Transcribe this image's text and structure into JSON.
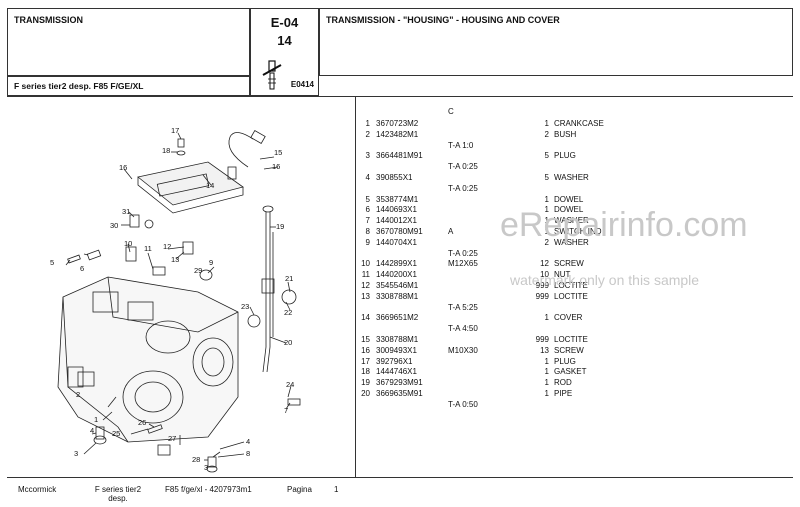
{
  "header": {
    "left_title": "TRANSMISSION",
    "section_code": "E-04",
    "page_num": "14",
    "image_ref": "E0414",
    "right_title": "TRANSMISSION - \"HOUSING\" - HOUSING AND COVER",
    "series": "F series tier2 desp.  F85 F/GE/XL"
  },
  "parts_header": "C",
  "parts": [
    {
      "idx": "1",
      "pn": "3670723M2",
      "note": "",
      "qty": "1",
      "desc": "CRANKCASE"
    },
    {
      "idx": "2",
      "pn": "1423482M1",
      "note": "",
      "qty": "2",
      "desc": "BUSH"
    },
    {
      "idx": "",
      "pn": "",
      "note": "T-A 1:0",
      "qty": "",
      "desc": ""
    },
    {
      "idx": "3",
      "pn": "3664481M91",
      "note": "",
      "qty": "5",
      "desc": "PLUG"
    },
    {
      "idx": "",
      "pn": "",
      "note": "T-A 0:25",
      "qty": "",
      "desc": ""
    },
    {
      "idx": "4",
      "pn": "390855X1",
      "note": "",
      "qty": "5",
      "desc": "WASHER"
    },
    {
      "idx": "",
      "pn": "",
      "note": "T-A 0:25",
      "qty": "",
      "desc": ""
    },
    {
      "idx": "5",
      "pn": "3538774M1",
      "note": "",
      "qty": "1",
      "desc": "DOWEL"
    },
    {
      "idx": "6",
      "pn": "1440693X1",
      "note": "",
      "qty": "1",
      "desc": "DOWEL"
    },
    {
      "idx": "7",
      "pn": "1440012X1",
      "note": "",
      "qty": "1",
      "desc": "WASHER"
    },
    {
      "idx": "8",
      "pn": "3670780M91",
      "note": "A",
      "qty": "1",
      "desc": "SWITCH,IND"
    },
    {
      "idx": "9",
      "pn": "1440704X1",
      "note": "",
      "qty": "2",
      "desc": "WASHER"
    },
    {
      "idx": "",
      "pn": "",
      "note": "T-A 0:25",
      "qty": "",
      "desc": ""
    },
    {
      "idx": "10",
      "pn": "1442899X1",
      "note": "M12X65",
      "qty": "12",
      "desc": "SCREW"
    },
    {
      "idx": "11",
      "pn": "1440200X1",
      "note": "",
      "qty": "10",
      "desc": "NUT"
    },
    {
      "idx": "12",
      "pn": "3545546M1",
      "note": "",
      "qty": "999",
      "desc": "LOCTITE"
    },
    {
      "idx": "13",
      "pn": "3308788M1",
      "note": "",
      "qty": "999",
      "desc": "LOCTITE"
    },
    {
      "idx": "",
      "pn": "",
      "note": "T-A 5:25",
      "qty": "",
      "desc": ""
    },
    {
      "idx": "14",
      "pn": "3669651M2",
      "note": "",
      "qty": "1",
      "desc": "COVER"
    },
    {
      "idx": "",
      "pn": "",
      "note": "T-A 4:50",
      "qty": "",
      "desc": ""
    },
    {
      "idx": "15",
      "pn": "3308788M1",
      "note": "",
      "qty": "999",
      "desc": "LOCTITE"
    },
    {
      "idx": "16",
      "pn": "3009493X1",
      "note": "M10X30",
      "qty": "13",
      "desc": "SCREW"
    },
    {
      "idx": "17",
      "pn": "392796X1",
      "note": "",
      "qty": "1",
      "desc": "PLUG"
    },
    {
      "idx": "18",
      "pn": "1444746X1",
      "note": "",
      "qty": "1",
      "desc": "GASKET"
    },
    {
      "idx": "19",
      "pn": "3679293M91",
      "note": "",
      "qty": "1",
      "desc": "ROD"
    },
    {
      "idx": "20",
      "pn": "3669635M91",
      "note": "",
      "qty": "1",
      "desc": "PIPE"
    },
    {
      "idx": "",
      "pn": "",
      "note": "T-A 0:50",
      "qty": "",
      "desc": ""
    }
  ],
  "watermark": {
    "site": "eRepairinfo.com",
    "note": "watermark only on this sample"
  },
  "footer": {
    "brand": "Mccormick",
    "series": "F series tier2 desp.",
    "model": "F85 f/ge/xl - 4207973m1",
    "page_label": "Pagina",
    "page": "1"
  },
  "callouts": [
    "1",
    "2",
    "3",
    "4",
    "5",
    "6",
    "7",
    "8",
    "9",
    "10",
    "11",
    "12",
    "13",
    "14",
    "15",
    "16",
    "17",
    "18",
    "19",
    "20",
    "21",
    "22",
    "23",
    "24",
    "25",
    "26",
    "27",
    "28",
    "29",
    "30",
    "31"
  ]
}
